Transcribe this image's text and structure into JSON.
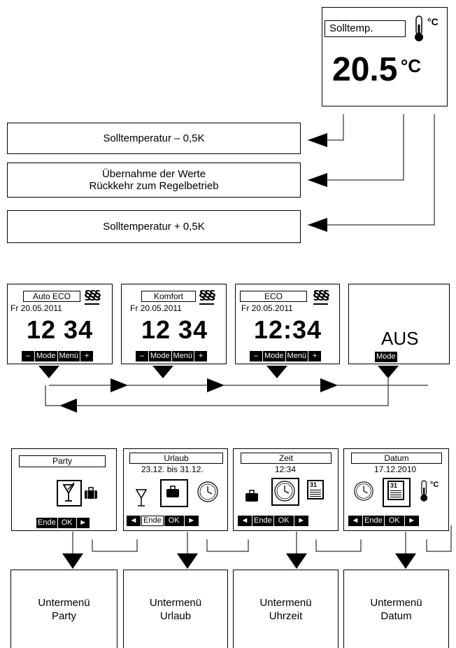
{
  "top_display": {
    "label": "Solltemp.",
    "unit_icon": "°C",
    "value": "20.5",
    "value_unit": "°C"
  },
  "actions": [
    {
      "text": "Solltemperatur – 0,5K"
    },
    {
      "line1": "Übernahme der Werte",
      "line2": "Rückkehr zum Regelbetrieb"
    },
    {
      "text": "Solltemperatur + 0,5K"
    }
  ],
  "mode_screens": [
    {
      "label": "Auto ECO",
      "date": "Fr 20.05.2011",
      "time": "12 34",
      "buttons": [
        "–",
        "Mode",
        "Menü",
        "+"
      ]
    },
    {
      "label": "Komfort",
      "date": "Fr 20.05.2011",
      "time": "12 34",
      "buttons": [
        "–",
        "Mode",
        "Menü",
        "+"
      ]
    },
    {
      "label": "ECO",
      "date": "Fr 20.05.2011",
      "time": "12:34",
      "buttons": [
        "–",
        "Mode",
        "Menü",
        "+"
      ]
    },
    {
      "label": "AUS",
      "button": "Mode"
    }
  ],
  "menu_screens": [
    {
      "label": "Party",
      "subtitle": "",
      "buttons": [
        "Ende",
        "OK",
        "►"
      ]
    },
    {
      "label": "Urlaub",
      "subtitle": "23.12. bis 31.12.",
      "buttons": [
        "◄",
        "Ende",
        "OK",
        "►"
      ]
    },
    {
      "label": "Zeit",
      "subtitle": "12:34",
      "buttons": [
        "◄",
        "Ende",
        "OK",
        "►"
      ]
    },
    {
      "label": "Datum",
      "subtitle": "17.12.2010",
      "buttons": [
        "◄",
        "Ende",
        "OK",
        "►"
      ]
    }
  ],
  "calendar_day": "31",
  "submenus": [
    {
      "line1": "Untermenü",
      "line2": "Party"
    },
    {
      "line1": "Untermenü",
      "line2": "Urlaub"
    },
    {
      "line1": "Untermenü",
      "line2": "Uhrzeit"
    },
    {
      "line1": "Untermenü",
      "line2": "Datum"
    }
  ]
}
